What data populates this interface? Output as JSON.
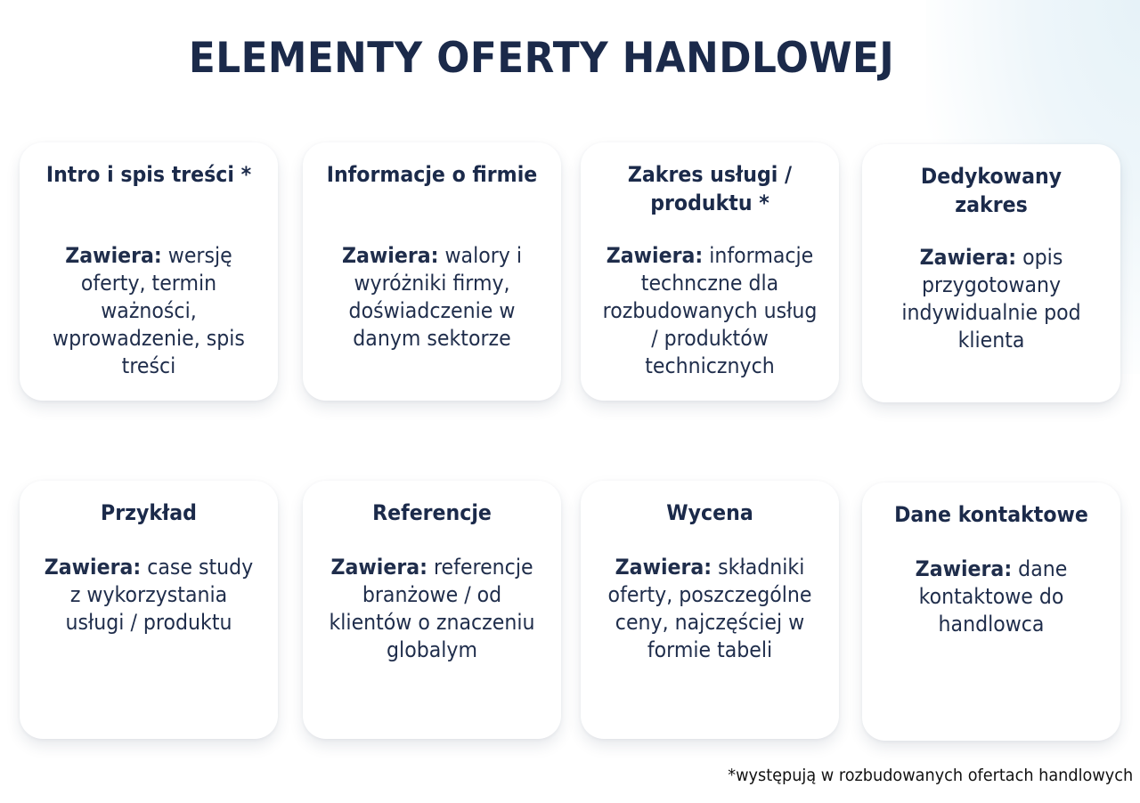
{
  "title": "ELEMENTY OFERTY HANDLOWEJ",
  "label_prefix": "Zawiera:",
  "cards": [
    {
      "title": "Intro i spis treści *",
      "desc": "wersję oferty, termin ważności, wprowadzenie, spis treści"
    },
    {
      "title": "Informacje o firmie",
      "desc": "walory i wyróżniki firmy, doświadczenie w danym sektorze"
    },
    {
      "title": "Zakres usługi / produktu *",
      "desc": "informacje technczne dla rozbudowanych usług / produktów technicznych"
    },
    {
      "title": "Dedykowany zakres",
      "desc": "opis przygotowany indywidualnie pod klienta"
    },
    {
      "title": "Przykład",
      "desc": "case study z wykorzystania usługi / produktu"
    },
    {
      "title": "Referencje",
      "desc": "referencje branżowe / od klientów o znaczeniu globalym"
    },
    {
      "title": "Wycena",
      "desc": "składniki oferty, poszczególne ceny, najczęściej w formie tabeli"
    },
    {
      "title": "Dane kontaktowe",
      "desc": "dane kontaktowe do handlowca"
    }
  ],
  "footnote": "*występują w rozbudowanych ofertach handlowych",
  "colors": {
    "title": "#1b2a4a",
    "card_bg": "#ffffff",
    "text": "#1f2d4b"
  }
}
